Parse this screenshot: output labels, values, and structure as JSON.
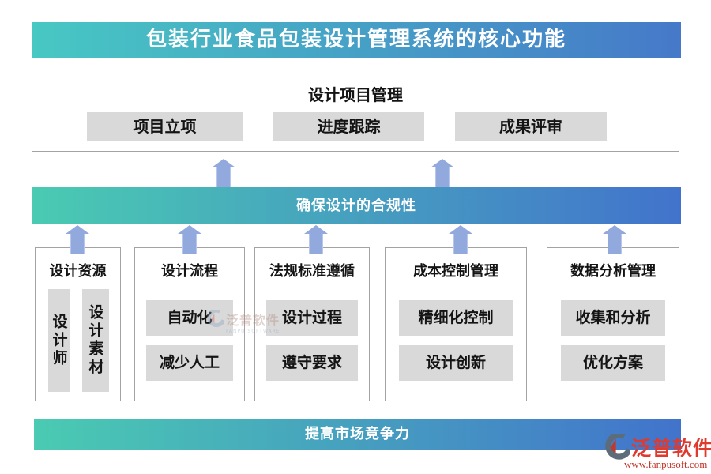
{
  "banner": {
    "title": "包装行业食品包装设计管理系统的核心功能"
  },
  "top_box": {
    "title": "设计项目管理",
    "items": [
      "项目立项",
      "进度跟踪",
      "成果评审"
    ]
  },
  "compliance_bar": {
    "label": "确保设计的合规性"
  },
  "columns": [
    {
      "title": "设计资源",
      "items": [
        "设计师",
        "设计素材"
      ]
    },
    {
      "title": "设计流程",
      "items": [
        "自动化",
        "减少人工"
      ]
    },
    {
      "title": "法规标准遵循",
      "items": [
        "设计过程",
        "遵守要求"
      ]
    },
    {
      "title": "成本控制管理",
      "items": [
        "精细化控制",
        "设计创新"
      ]
    },
    {
      "title": "数据分析管理",
      "items": [
        "收集和分析",
        "优化方案"
      ]
    }
  ],
  "bottom_bar": {
    "label": "提高市场竞争力"
  },
  "watermark": {
    "name": "泛普软件",
    "sub": "FANPU SOFTWARE"
  },
  "logo": {
    "name": "泛普软件",
    "url": "www.fanpusoft.com"
  },
  "colors": {
    "banner_gradient_start": "#47c8c3",
    "banner_gradient_end": "#4679c9",
    "bar_gradient_start": "#4acbb2",
    "bar_gradient_end": "#4273cc",
    "arrow": "#92a9de",
    "chip_bg": "#d9d9d9",
    "box_border": "#a3a3a3",
    "logo_red": "#e0392e"
  }
}
